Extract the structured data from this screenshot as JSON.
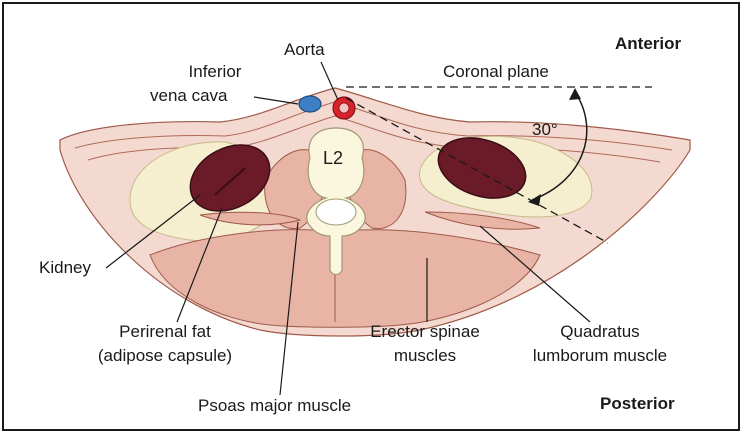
{
  "orientation": {
    "anterior": "Anterior",
    "posterior": "Posterior"
  },
  "plane": {
    "label": "Coronal plane",
    "angle": "30°"
  },
  "vertebra": "L2",
  "labels": {
    "aorta": "Aorta",
    "ivc_line1": "Inferior",
    "ivc_line2": "vena cava",
    "kidney": "Kidney",
    "perirenal_line1": "Perirenal fat",
    "perirenal_line2": "(adipose capsule)",
    "psoas": "Psoas major muscle",
    "erector_line1": "Erector spinae",
    "erector_line2": "muscles",
    "quadratus_line1": "Quadratus",
    "quadratus_line2": "lumborum muscle"
  },
  "colors": {
    "skin": "#f3d9cf",
    "muscle": "#e8b4a6",
    "fat": "#f5efd0",
    "kidney": "#6b1a28",
    "bone": "#fbf7df",
    "aorta": "#d8222b",
    "ivc": "#3e7fc4"
  }
}
